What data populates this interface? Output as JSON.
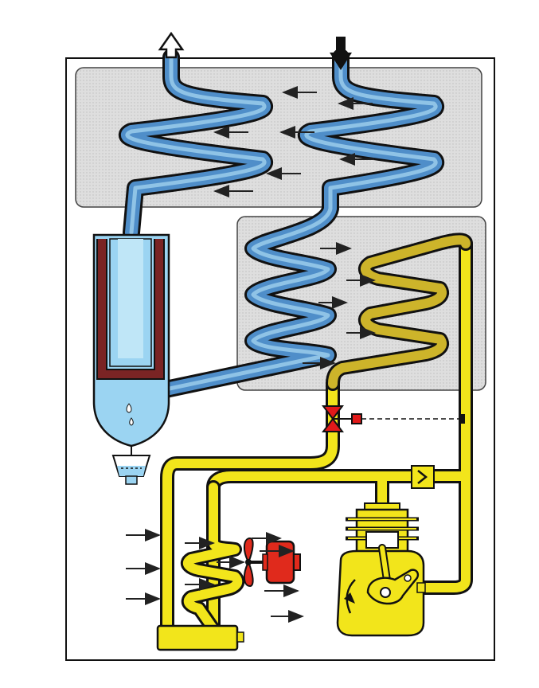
{
  "diagram": {
    "colors": {
      "background": "#ffffff",
      "frame": "#111111",
      "panel_fill": "#dcdcdc",
      "air_pipe": "#4f8ec9",
      "air_pipe_light": "#8fc3e6",
      "refrigerant_pipe": "#f2e51b",
      "refrigerant_coil": "#cdb42a",
      "separator_wall": "#7a2424",
      "water": "#9bd4f2",
      "motor": "#e02a1c",
      "valve": "#e21a1a",
      "outline": "#111111"
    },
    "flow": {
      "air_outlet_arrow": "up",
      "air_inlet_arrow": "down",
      "cooling_air_arrows": "left-to-right",
      "heat_exchanger_arrows": "right-to-left"
    },
    "components": [
      "air-to-air-heat-exchanger",
      "air-to-refrigerant-evaporator",
      "water-separator",
      "condensate-drain",
      "expansion-valve",
      "refrigerant-compressor",
      "condenser",
      "condenser-fan",
      "fan-motor",
      "receiver",
      "check-valve"
    ]
  }
}
